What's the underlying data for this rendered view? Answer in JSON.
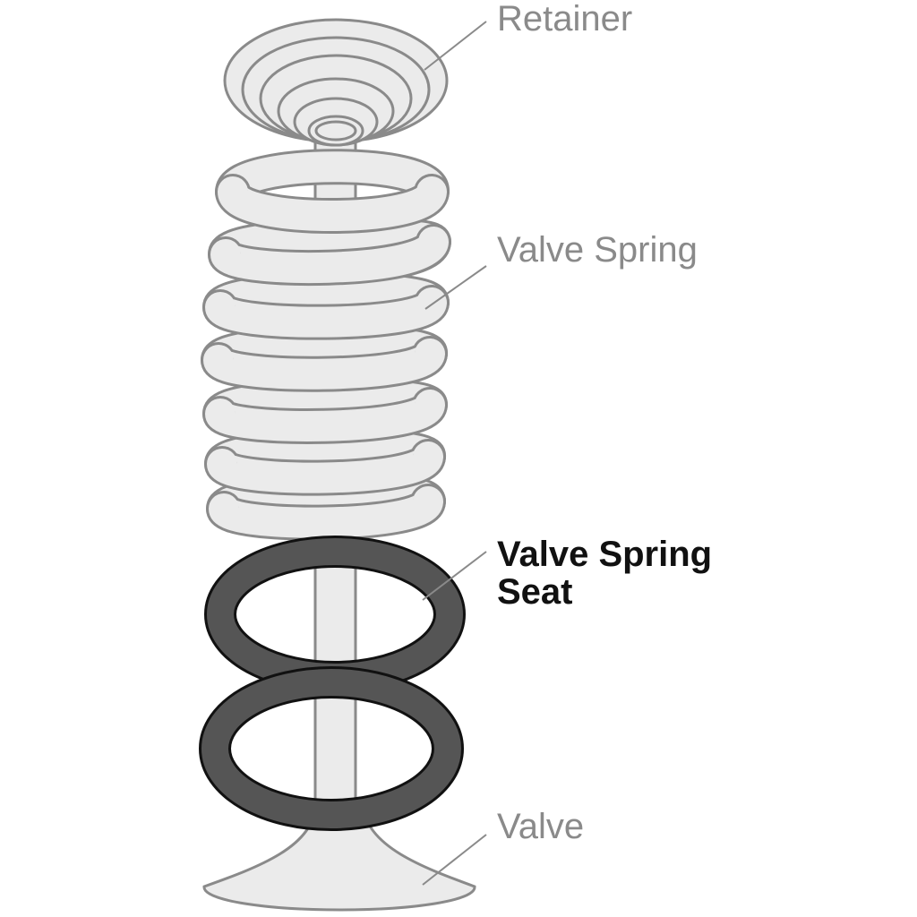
{
  "diagram": {
    "labels": {
      "retainer": "Retainer",
      "valve_spring": "Valve Spring",
      "valve_spring_seat_line1": "Valve Spring",
      "valve_spring_seat_line2": "Seat",
      "valve": "Valve"
    },
    "colors": {
      "outline": "#8a8a8a",
      "part_fill": "#ebebeb",
      "highlight_fill": "#555555",
      "highlight_outline": "#111111",
      "muted_text": "#8a8a8a",
      "strong_text": "#111111"
    }
  }
}
